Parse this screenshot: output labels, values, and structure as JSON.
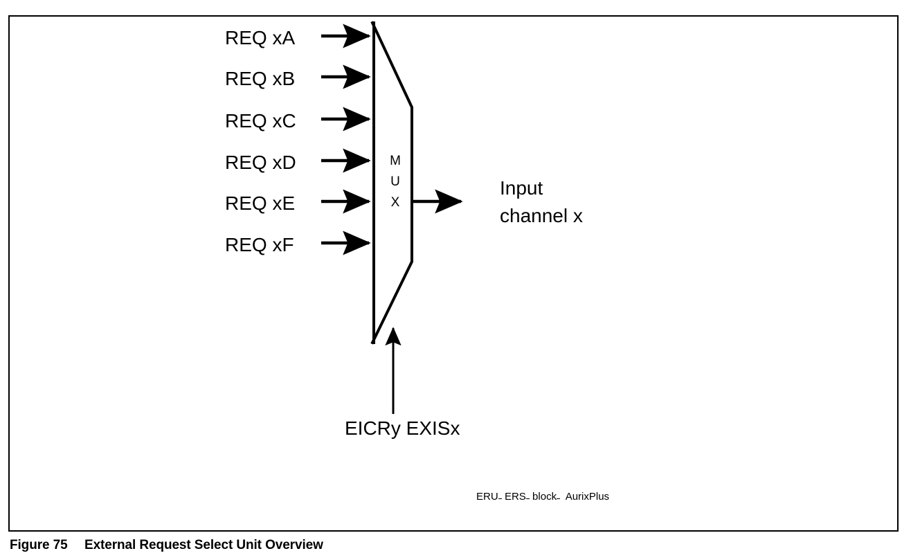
{
  "figure": {
    "number_label": "Figure 75",
    "title": "External Request Select Unit Overview",
    "watermark_prefix": "ERU",
    "watermark_mid1": "ERS",
    "watermark_mid2": "block",
    "watermark_suffix": "AurixPlus",
    "watermark_full": "ERU_ ERS_ block_ AurixPlus"
  },
  "diagram": {
    "type": "multiplexer-block-diagram",
    "block_label_chars": [
      "M",
      "U",
      "X"
    ],
    "block_label": "MUX",
    "inputs": [
      {
        "label": "REQ xA"
      },
      {
        "label": "REQ xB"
      },
      {
        "label": "REQ xC"
      },
      {
        "label": "REQ xD"
      },
      {
        "label": "REQ xE"
      },
      {
        "label": "REQ xF"
      }
    ],
    "output": {
      "line1": "Input",
      "line2": "channel x"
    },
    "select": {
      "label": "EICRy EXISx"
    },
    "colors": {
      "stroke": "#000000",
      "background": "#ffffff",
      "text": "#000000"
    }
  }
}
